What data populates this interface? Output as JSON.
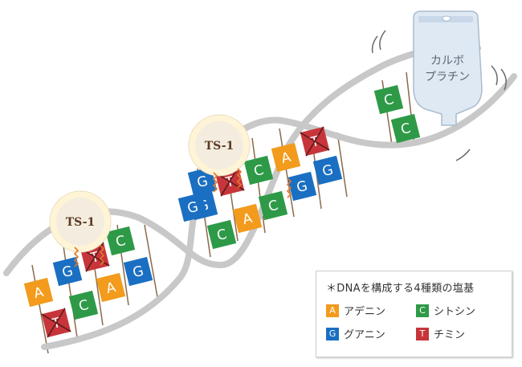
{
  "drug_bag": {
    "label_line1": "カルボ",
    "label_line2": "プラチン"
  },
  "ts1": [
    {
      "label": "TS-1"
    },
    {
      "label": "TS-1"
    }
  ],
  "bases": [
    {
      "letter": "A",
      "color": "#f29b1d",
      "blocked": false
    },
    {
      "letter": "G",
      "color": "#1a6fc2",
      "blocked": false
    },
    {
      "letter": "T",
      "color": "#c7353a",
      "blocked": true
    },
    {
      "letter": "C",
      "color": "#2e9a47",
      "blocked": false
    },
    {
      "letter": "T",
      "color": "#c7353a",
      "blocked": true
    },
    {
      "letter": "C",
      "color": "#2e9a47",
      "blocked": false
    },
    {
      "letter": "A",
      "color": "#f29b1d",
      "blocked": false
    },
    {
      "letter": "G",
      "color": "#1a6fc2",
      "blocked": false
    },
    {
      "letter": "G",
      "color": "#1a6fc2",
      "blocked": false
    },
    {
      "letter": "G",
      "color": "#1a6fc2",
      "blocked": false
    },
    {
      "letter": "T",
      "color": "#c7353a",
      "blocked": true
    },
    {
      "letter": "C",
      "color": "#2e9a47",
      "blocked": false
    },
    {
      "letter": "C",
      "color": "#2e9a47",
      "blocked": false
    },
    {
      "letter": "A",
      "color": "#f29b1d",
      "blocked": false
    },
    {
      "letter": "C",
      "color": "#2e9a47",
      "blocked": false
    },
    {
      "letter": "A",
      "color": "#f29b1d",
      "blocked": false
    },
    {
      "letter": "G",
      "color": "#1a6fc2",
      "blocked": false
    },
    {
      "letter": "T",
      "color": "#c7353a",
      "blocked": true
    },
    {
      "letter": "G",
      "color": "#1a6fc2",
      "blocked": false
    },
    {
      "letter": "C",
      "color": "#2e9a47",
      "blocked": false
    },
    {
      "letter": "C",
      "color": "#2e9a47",
      "blocked": false
    },
    {
      "letter": "G",
      "color": "#1a6fc2",
      "blocked": false
    }
  ],
  "legend": {
    "title": "＊DNAを構成する4種類の塩基",
    "items": [
      {
        "letter": "A",
        "name": "アデニン",
        "color": "#f29b1d"
      },
      {
        "letter": "C",
        "name": "シトシン",
        "color": "#2e9a47"
      },
      {
        "letter": "G",
        "name": "グアニン",
        "color": "#1a6fc2"
      },
      {
        "letter": "T",
        "name": "チミン",
        "color": "#c7353a"
      }
    ]
  }
}
